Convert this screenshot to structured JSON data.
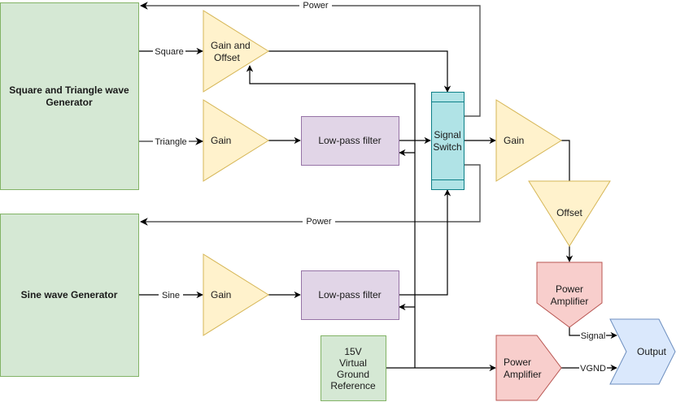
{
  "diagram": {
    "nodes": {
      "sq_tri_gen": {
        "label_line1": "Square and Triangle wave",
        "label_line2": "Generator"
      },
      "sine_gen": {
        "label": "Sine wave Generator"
      },
      "gain_offset": {
        "label_line1": "Gain and",
        "label_line2": "Offset"
      },
      "gain_tri": {
        "label": "Gain"
      },
      "gain_sine": {
        "label": "Gain"
      },
      "lpf_tri": {
        "label": "Low-pass filter"
      },
      "lpf_sine": {
        "label": "Low-pass filter"
      },
      "signal_switch": {
        "label_line1": "Signal",
        "label_line2": "Switch"
      },
      "gain_out": {
        "label": "Gain"
      },
      "offset_out": {
        "label": "Offset"
      },
      "power_amp_signal": {
        "label_line1": "Power",
        "label_line2": "Amplifier"
      },
      "power_amp_vgnd": {
        "label_line1": "Power",
        "label_line2": "Amplifier"
      },
      "vgnd_ref": {
        "label_line1": "15V",
        "label_line2": "Virtual",
        "label_line3": "Ground",
        "label_line4": "Reference"
      },
      "output": {
        "label": "Output"
      }
    },
    "edges": {
      "square": "Square",
      "triangle": "Triangle",
      "sine": "Sine",
      "power_top": "Power",
      "power_mid": "Power",
      "signal": "Signal",
      "vgnd": "VGND"
    },
    "colors": {
      "green_fill": "#d5e8d4",
      "green_stroke": "#82b366",
      "yellow_fill": "#fff2cc",
      "yellow_stroke": "#d6b656",
      "purple_fill": "#e1d5e7",
      "purple_stroke": "#9673a6",
      "cyan_fill": "#b0e3e6",
      "cyan_stroke": "#0e8088",
      "red_fill": "#f8cecc",
      "red_stroke": "#b85450",
      "blue_fill": "#dae8fc",
      "blue_stroke": "#6c8ebf"
    }
  }
}
